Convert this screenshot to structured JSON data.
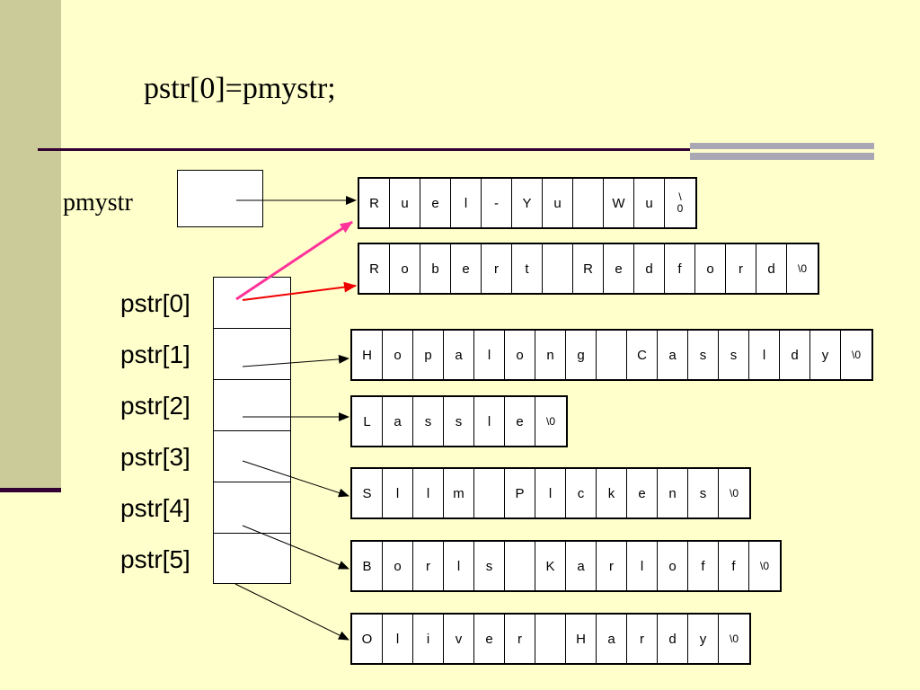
{
  "title": "pstr[0]=pmystr;",
  "pmystr_label": "pmystr",
  "pointer_labels": [
    "pstr[0]",
    "pstr[1]",
    "pstr[2]",
    "pstr[3]",
    "pstr[4]",
    "pstr[5]"
  ],
  "strings": [
    {
      "chars": [
        "R",
        "u",
        "e",
        "l",
        "-",
        "Y",
        "u",
        "",
        "W",
        "u",
        "\\0"
      ]
    },
    {
      "chars": [
        "R",
        "o",
        "b",
        "e",
        "r",
        "t",
        "",
        "R",
        "e",
        "d",
        "f",
        "o",
        "r",
        "d",
        "\\0"
      ]
    },
    {
      "chars": [
        "H",
        "o",
        "p",
        "a",
        "l",
        "o",
        "n",
        "g",
        "",
        "C",
        "a",
        "s",
        "s",
        "l",
        "d",
        "y",
        "\\0"
      ]
    },
    {
      "chars": [
        "L",
        "a",
        "s",
        "s",
        "l",
        "e",
        "\\0"
      ]
    },
    {
      "chars": [
        "S",
        "l",
        "l",
        "m",
        "",
        "P",
        "l",
        "c",
        "k",
        "e",
        "n",
        "s",
        "\\0"
      ]
    },
    {
      "chars": [
        "B",
        "o",
        "r",
        "l",
        "s",
        "",
        "K",
        "a",
        "r",
        "l",
        "o",
        "f",
        "f",
        "\\0"
      ]
    },
    {
      "chars": [
        "O",
        "l",
        "i",
        "v",
        "e",
        "r",
        "",
        "H",
        "a",
        "r",
        "d",
        "y",
        "\\0"
      ]
    }
  ],
  "colors": {
    "background": "#ffffcc",
    "sidebar": "#cbcb99",
    "rule": "#330033",
    "accent_grey": "#a9a7b3",
    "new_pointer": "#ff3399",
    "old_pointer": "#ee0000"
  }
}
